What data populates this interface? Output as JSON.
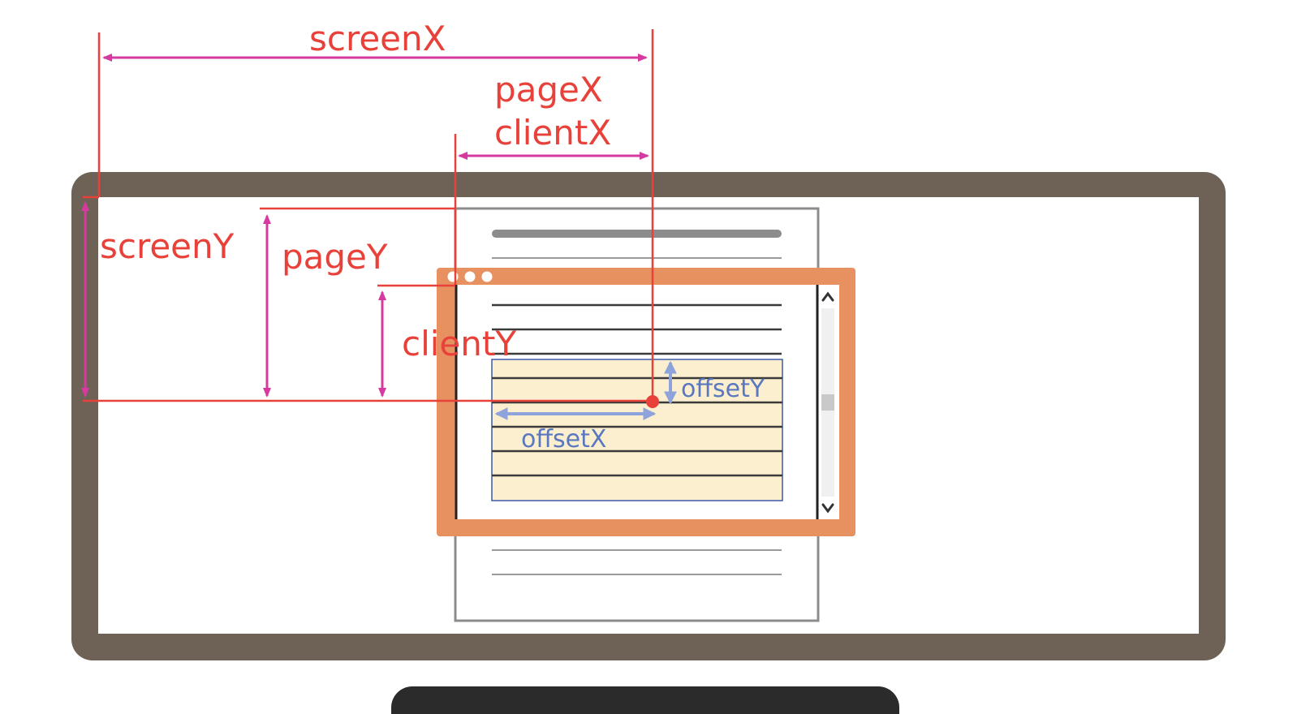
{
  "labels": {
    "screen_x": "screenX",
    "page_x": "pageX",
    "client_x": "clientX",
    "screen_y": "screenY",
    "page_y": "pageY",
    "client_y": "clientY",
    "offset_y": "offsetY",
    "offset_x": "offsetX"
  },
  "colors": {
    "monitor_frame": "#6e6256",
    "browser_frame": "#e89160",
    "guide_line": "#e8413a",
    "screen_arrow": "#d63aa0",
    "offset_arrow": "#8ea3dc",
    "offset_text": "#5a78c0",
    "element_fill": "#fcefcf",
    "element_border": "#3b5aa8",
    "page_border": "#8c8c8c",
    "pointer_dot": "#e8413a"
  },
  "icons": {
    "window_controls": "three-dots",
    "scroll_up": "chevron-up-icon",
    "scroll_down": "chevron-down-icon"
  }
}
